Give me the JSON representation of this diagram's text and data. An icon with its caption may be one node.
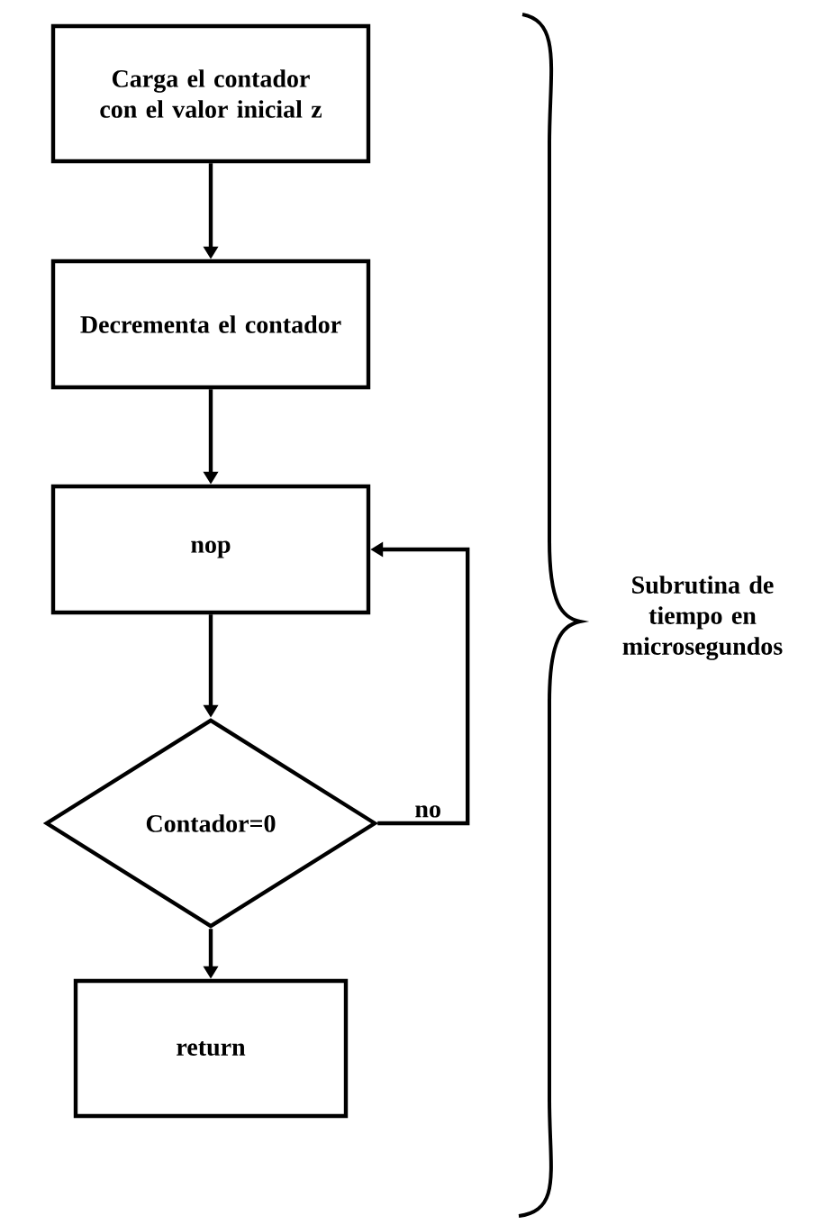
{
  "diagram": {
    "nodes": [
      {
        "text": [
          "Carga el contador con el valor inicial z"
        ]
      },
      {
        "text": [
          "Decrementa  el contador"
        ]
      },
      {
        "text": [
          "nop"
        ]
      },
      {
        "text": [
          "Contador=0"
        ]
      },
      {
        "text": [
          "return"
        ]
      }
    ],
    "edges": [
      {
        "from": 0,
        "to": 1,
        "arrow": "to"
      },
      {
        "from": 1,
        "to": 2,
        "arrow": "to"
      },
      {
        "from": 3,
        "to": 2,
        "arrow": "to",
        "label": "no"
      },
      {
        "from": 2,
        "to": 3,
        "arrow": "to"
      },
      {
        "from": 3,
        "to": 4,
        "arrow": "to"
      }
    ],
    "labels": [
      "Subrutina de tiempo en microsegundos"
    ]
  }
}
